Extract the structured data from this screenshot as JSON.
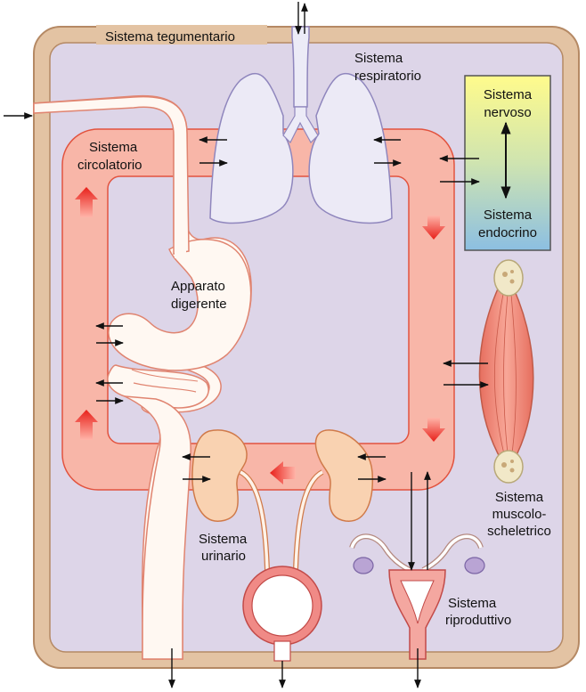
{
  "labels": {
    "tegumentario": "Sistema tegumentario",
    "respiratorio_1": "Sistema",
    "respiratorio_2": "respiratorio",
    "circolatorio_1": "Sistema",
    "circolatorio_2": "circolatorio",
    "nervoso_1": "Sistema",
    "nervoso_2": "nervoso",
    "endocrino_1": "Sistema",
    "endocrino_2": "endocrino",
    "digerente_1": "Apparato",
    "digerente_2": "digerente",
    "muscolo_1": "Sistema",
    "muscolo_2": "muscolo-",
    "muscolo_3": "scheletrico",
    "urinario_1": "Sistema",
    "urinario_2": "urinario",
    "riproduttivo_1": "Sistema",
    "riproduttivo_2": "riproduttivo"
  },
  "colors": {
    "skin_outer": "#e3c3a3",
    "skin_border": "#b58964",
    "interior": "#ddd5e8",
    "circulation": "#f7b4a6",
    "circulation_border": "#e2533f",
    "flow_arrow": "#e8281e",
    "lung": "#eceaf6",
    "lung_border": "#8f86bd",
    "kidney": "#f9d2b1",
    "kidney_border": "#d07a4a",
    "muscle": "#f28e7e",
    "bone": "#f1e8c8",
    "ovary": "#b9a4d4",
    "bladder": "#f08a86",
    "nervous_top": "#fff98a",
    "endocrine_bottom": "#8bbfe0"
  },
  "icons": {
    "flow": "red-flow-arrow",
    "exchange": "exchange-arrow"
  }
}
